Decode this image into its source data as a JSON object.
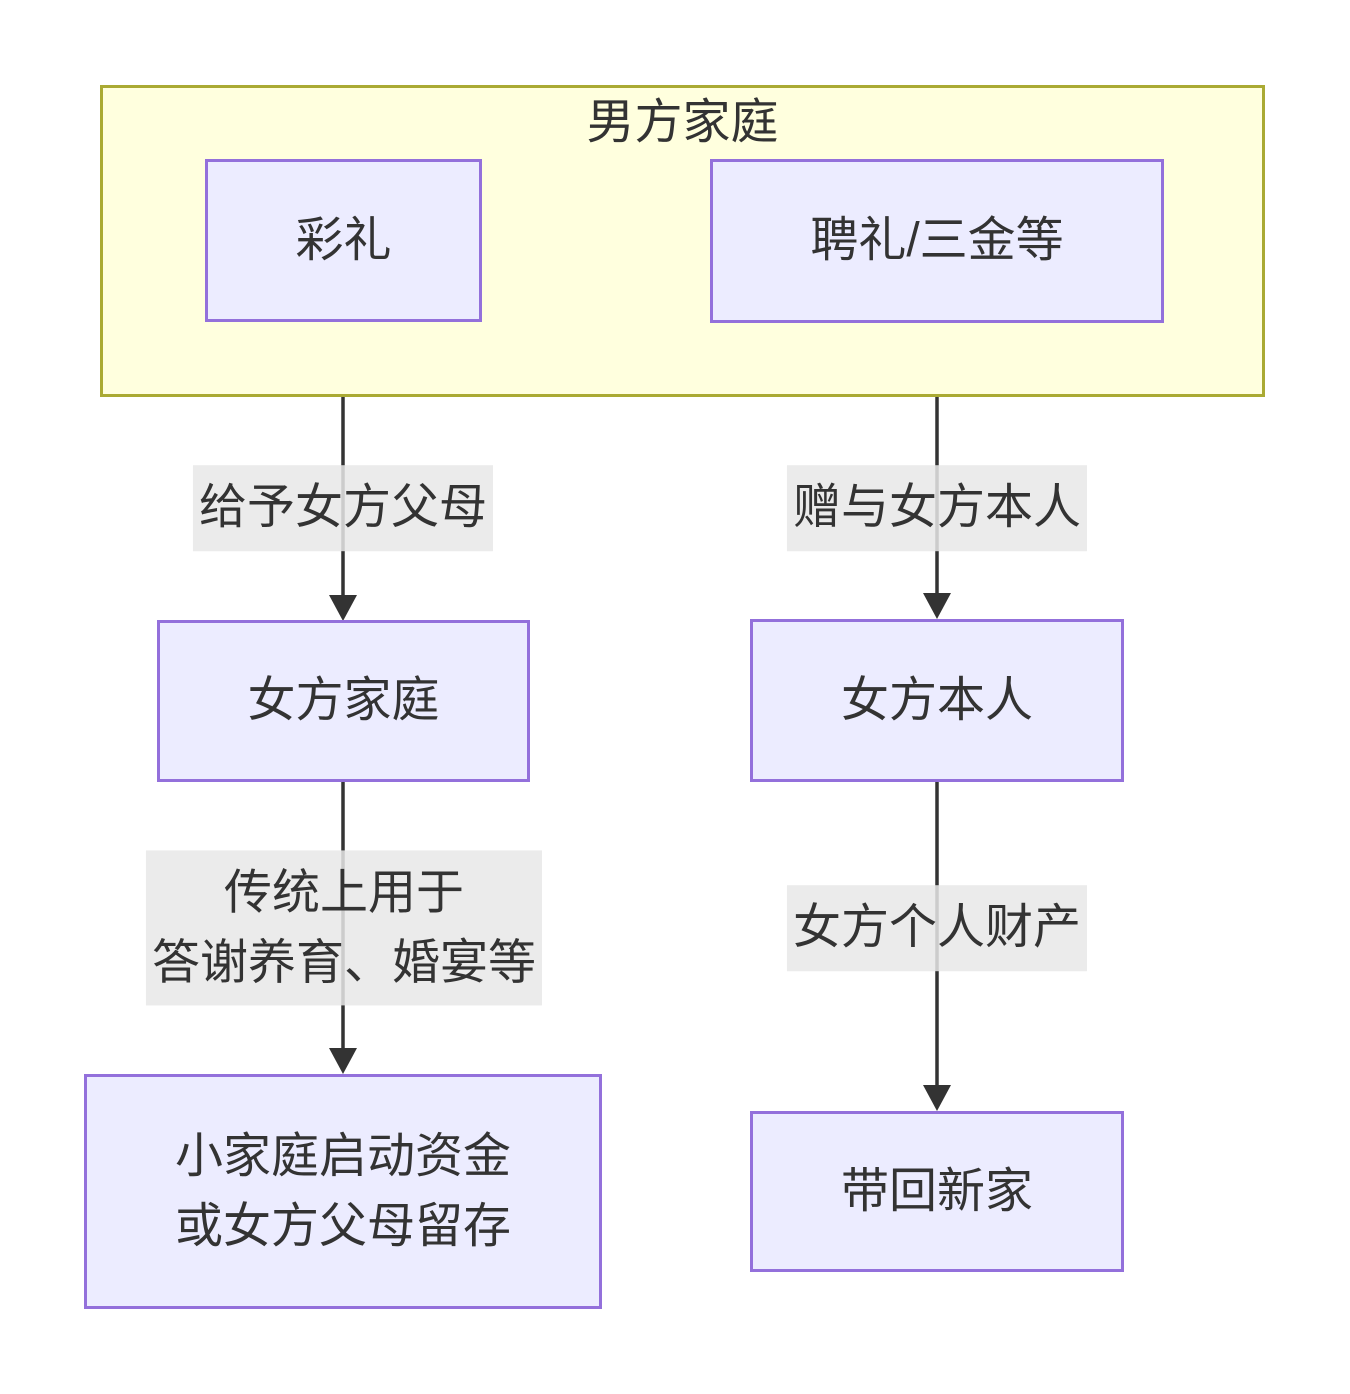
{
  "diagram": {
    "type": "flowchart",
    "direction": "top-down",
    "cluster": {
      "title": "男方家庭"
    },
    "nodes": {
      "caili": {
        "label": "彩礼"
      },
      "pinli": {
        "label": "聘礼/三金等"
      },
      "nvfang_jiating": {
        "label": "女方家庭"
      },
      "nvfang_benren": {
        "label": "女方本人"
      },
      "xiaojiating": {
        "line1": "小家庭启动资金",
        "line2": "或女方父母留存"
      },
      "daihui_xinjia": {
        "label": "带回新家"
      }
    },
    "edges": [
      {
        "from": "彩礼",
        "to": "女方家庭",
        "label": "给予女方父母"
      },
      {
        "from": "聘礼/三金等",
        "to": "女方本人",
        "label": "赠与女方本人"
      },
      {
        "from": "女方家庭",
        "to": "小家庭启动资金或女方父母留存",
        "label_line1": "传统上用于",
        "label_line2": "答谢养育、婚宴等"
      },
      {
        "from": "女方本人",
        "to": "带回新家",
        "label": "女方个人财产"
      }
    ],
    "colors": {
      "cluster_fill": "#ffffde",
      "cluster_border": "#aaaa33",
      "node_fill": "#ECECFF",
      "node_border": "#9370DB",
      "edge_label_bg": "#e8e8e8",
      "edge_color": "#333333",
      "text": "#333333"
    }
  }
}
